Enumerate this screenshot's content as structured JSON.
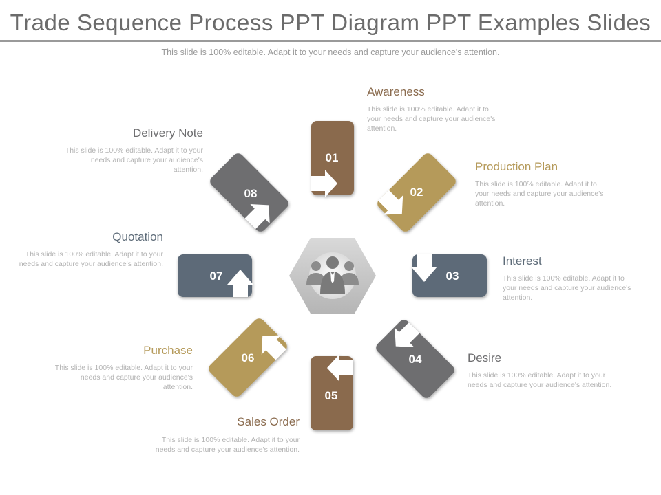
{
  "title": "Trade Sequence Process PPT Diagram PPT Examples Slides",
  "subtitle": "This slide is 100% editable. Adapt it to your needs and capture your audience's attention.",
  "center_icon": "people-group-icon",
  "colors": {
    "brown": "#8a6b4e",
    "gold": "#b59a5a",
    "slate": "#5d6b78",
    "gray": "#6e6e70",
    "hex": "#c8c8c8"
  },
  "steps": [
    {
      "num": "01",
      "label": "Awareness",
      "desc": "This slide is 100% editable. Adapt it to your needs and capture your audience's attention.",
      "color": "#8a6b4e",
      "label_color": "#8a6b4e"
    },
    {
      "num": "02",
      "label": "Production Plan",
      "desc": "This slide is 100% editable. Adapt it to your needs and capture your audience's attention.",
      "color": "#b59a5a",
      "label_color": "#b59a5a"
    },
    {
      "num": "03",
      "label": "Interest",
      "desc": "This slide is 100% editable. Adapt it to your needs and capture your audience's attention.",
      "color": "#5d6b78",
      "label_color": "#5d6b78"
    },
    {
      "num": "04",
      "label": "Desire",
      "desc": "This slide is 100% editable. Adapt it to your needs and capture your audience's attention.",
      "color": "#6e6e70",
      "label_color": "#6e6e70"
    },
    {
      "num": "05",
      "label": "Sales Order",
      "desc": "This slide is 100% editable. Adapt it to your needs and capture your audience's attention.",
      "color": "#8a6b4e",
      "label_color": "#8a6b4e"
    },
    {
      "num": "06",
      "label": "Purchase",
      "desc": "This slide is 100% editable. Adapt it to your needs and capture your audience's attention.",
      "color": "#b59a5a",
      "label_color": "#b59a5a"
    },
    {
      "num": "07",
      "label": "Quotation",
      "desc": "This slide is 100% editable. Adapt it to your needs and capture your audience's attention.",
      "color": "#5d6b78",
      "label_color": "#5d6b78"
    },
    {
      "num": "08",
      "label": "Delivery Note",
      "desc": "This slide is 100% editable. Adapt it to your needs and capture your audience's attention.",
      "color": "#6e6e70",
      "label_color": "#6e6e70"
    }
  ]
}
